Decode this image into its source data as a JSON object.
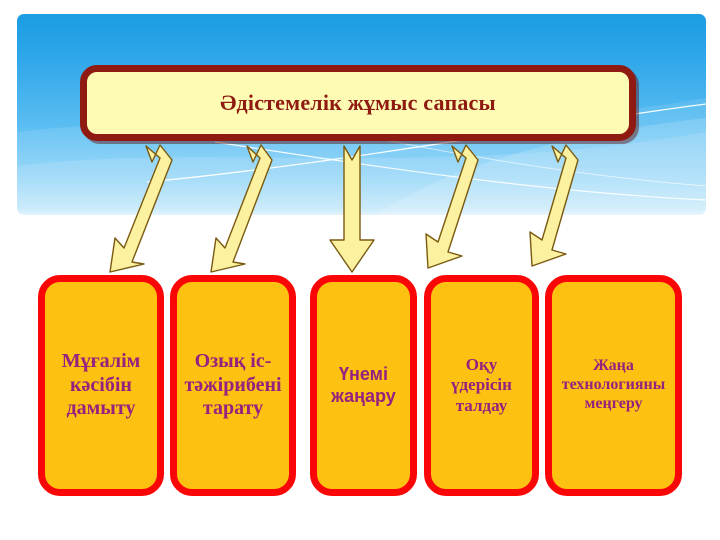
{
  "slide": {
    "title": "Әдістемелік жұмыс сапасы",
    "colors": {
      "panel_blue_top": "#1b9ce3",
      "panel_blue_bottom": "#ddf2fd",
      "title_fill": "#fdfbb4",
      "title_border": "#8f1a11",
      "title_text": "#8f1a11",
      "card_fill": "#fcc111",
      "card_border": "#fb0606",
      "card_text": "#96217f",
      "arrow_fill": "#fbf1a0",
      "arrow_outline": "#7a5a10"
    },
    "cards": [
      {
        "id": "card-1",
        "text": "Мұғалім кәсібін дамыту"
      },
      {
        "id": "card-2",
        "text": "Озық іс-тәжірибені тарату"
      },
      {
        "id": "card-3",
        "text": "Үнемі жаңару"
      },
      {
        "id": "card-4",
        "text": "Оқу үдерісін талдау"
      },
      {
        "id": "card-5",
        "text": "Жаңа технологияны меңгеру"
      }
    ],
    "arrows": [
      {
        "id": "arrow-1",
        "from": "title-box",
        "to": "card-1"
      },
      {
        "id": "arrow-2",
        "from": "title-box",
        "to": "card-2"
      },
      {
        "id": "arrow-3",
        "from": "title-box",
        "to": "card-3"
      },
      {
        "id": "arrow-4",
        "from": "title-box",
        "to": "card-4"
      },
      {
        "id": "arrow-5",
        "from": "title-box",
        "to": "card-5"
      }
    ]
  }
}
